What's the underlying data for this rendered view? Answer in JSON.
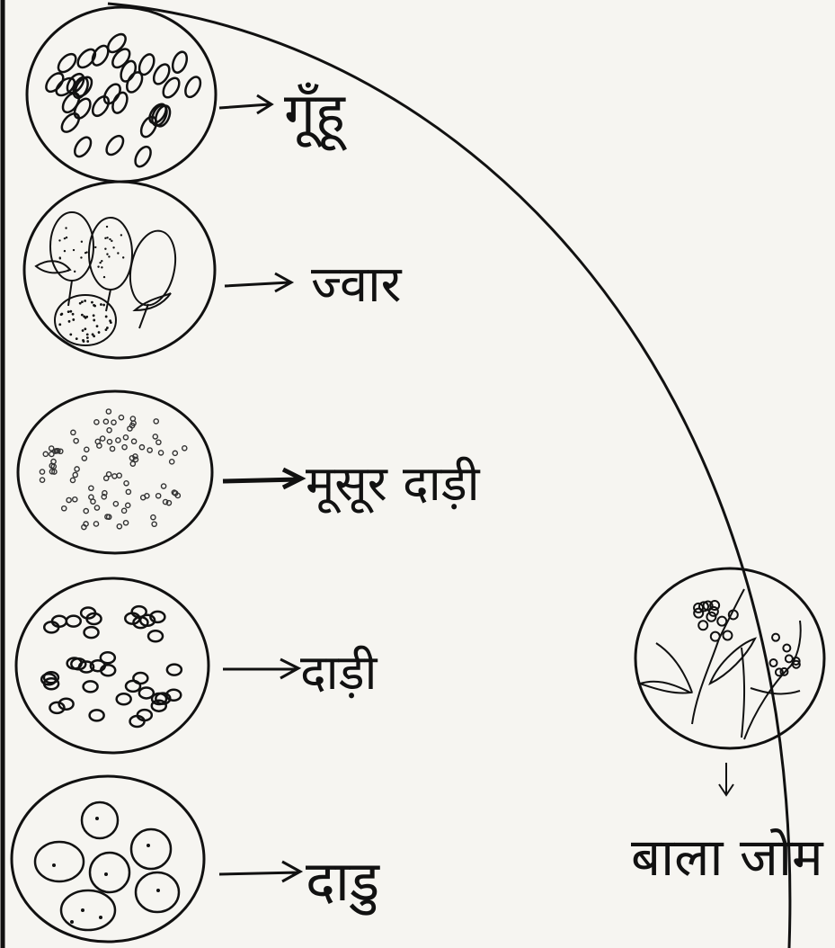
{
  "grains": [
    {
      "label": "गूँहू"
    },
    {
      "label": "ज्वार"
    },
    {
      "label": "मूसूर दाड़ी"
    },
    {
      "label": "दाड़ी"
    },
    {
      "label": "दाडु"
    }
  ],
  "plant": {
    "label": "बाला जोम"
  },
  "colors": {
    "ink": "#111111",
    "paper": "#f6f5f1"
  }
}
